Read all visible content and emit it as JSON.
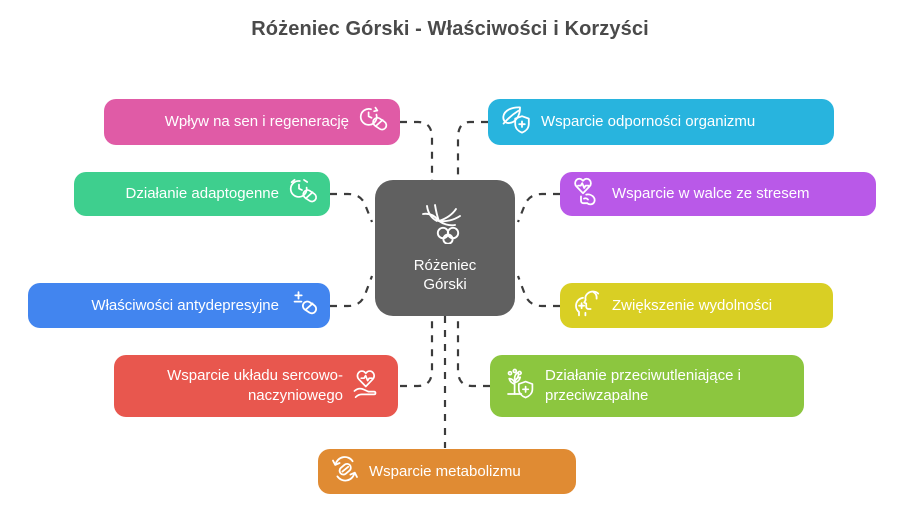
{
  "title": "Różeniec Górski - Właściwości i Korzyści",
  "colors": {
    "background": "#ffffff",
    "title_text": "#4a4a4a",
    "center_fill": "#606060",
    "connector": "#3c3c3c",
    "pink": "#e05ba6",
    "green": "#3ecf8e",
    "blue": "#4285ef",
    "red": "#e8574e",
    "orange": "#e08b33",
    "cyan": "#28b4de",
    "purple": "#b959e8",
    "yellow": "#d9cf24",
    "lime": "#8cc63f"
  },
  "center": {
    "name": "Różeniec\nGórski",
    "icon": "rhodiola-plant-berries-icon"
  },
  "nodes": [
    {
      "id": "sen",
      "label": "Wpływ na sen i regenerację",
      "icon": "clock-pill-icon",
      "color": "#e05ba6",
      "side": "left"
    },
    {
      "id": "adaptogenne",
      "label": "Działanie adaptogenne",
      "icon": "alarm-clock-pill-icon",
      "color": "#3ecf8e",
      "side": "left"
    },
    {
      "id": "antydepresyjne",
      "label": "Właściwości antydepresyjne",
      "icon": "plus-minus-pill-icon",
      "color": "#4285ef",
      "side": "left"
    },
    {
      "id": "sercowo",
      "label": "Wsparcie układu sercowo-\nnaczyniowego",
      "icon": "hand-heart-pulse-icon",
      "color": "#e8574e",
      "side": "left"
    },
    {
      "id": "metabolizm",
      "label": "Wsparcie metabolizmu",
      "icon": "metabolism-capsule-arrows-icon",
      "color": "#e08b33",
      "side": "right"
    },
    {
      "id": "odpornosc",
      "label": "Wsparcie odporności organizmu",
      "icon": "leaf-shield-plus-icon",
      "color": "#28b4de",
      "side": "right"
    },
    {
      "id": "stres",
      "label": "Wsparcie w walce ze stresem",
      "icon": "heart-pulse-muscle-arm-icon",
      "color": "#b959e8",
      "side": "right"
    },
    {
      "id": "wydolnosc",
      "label": "Zwiększenie wydolności",
      "icon": "head-plus-icon",
      "color": "#d9cf24",
      "side": "right"
    },
    {
      "id": "przeciwutleniajace",
      "label": "Działanie przeciwutleniające i\nprzeciwzapalne",
      "icon": "plant-shield-plus-icon",
      "color": "#8cc63f",
      "side": "right"
    }
  ]
}
